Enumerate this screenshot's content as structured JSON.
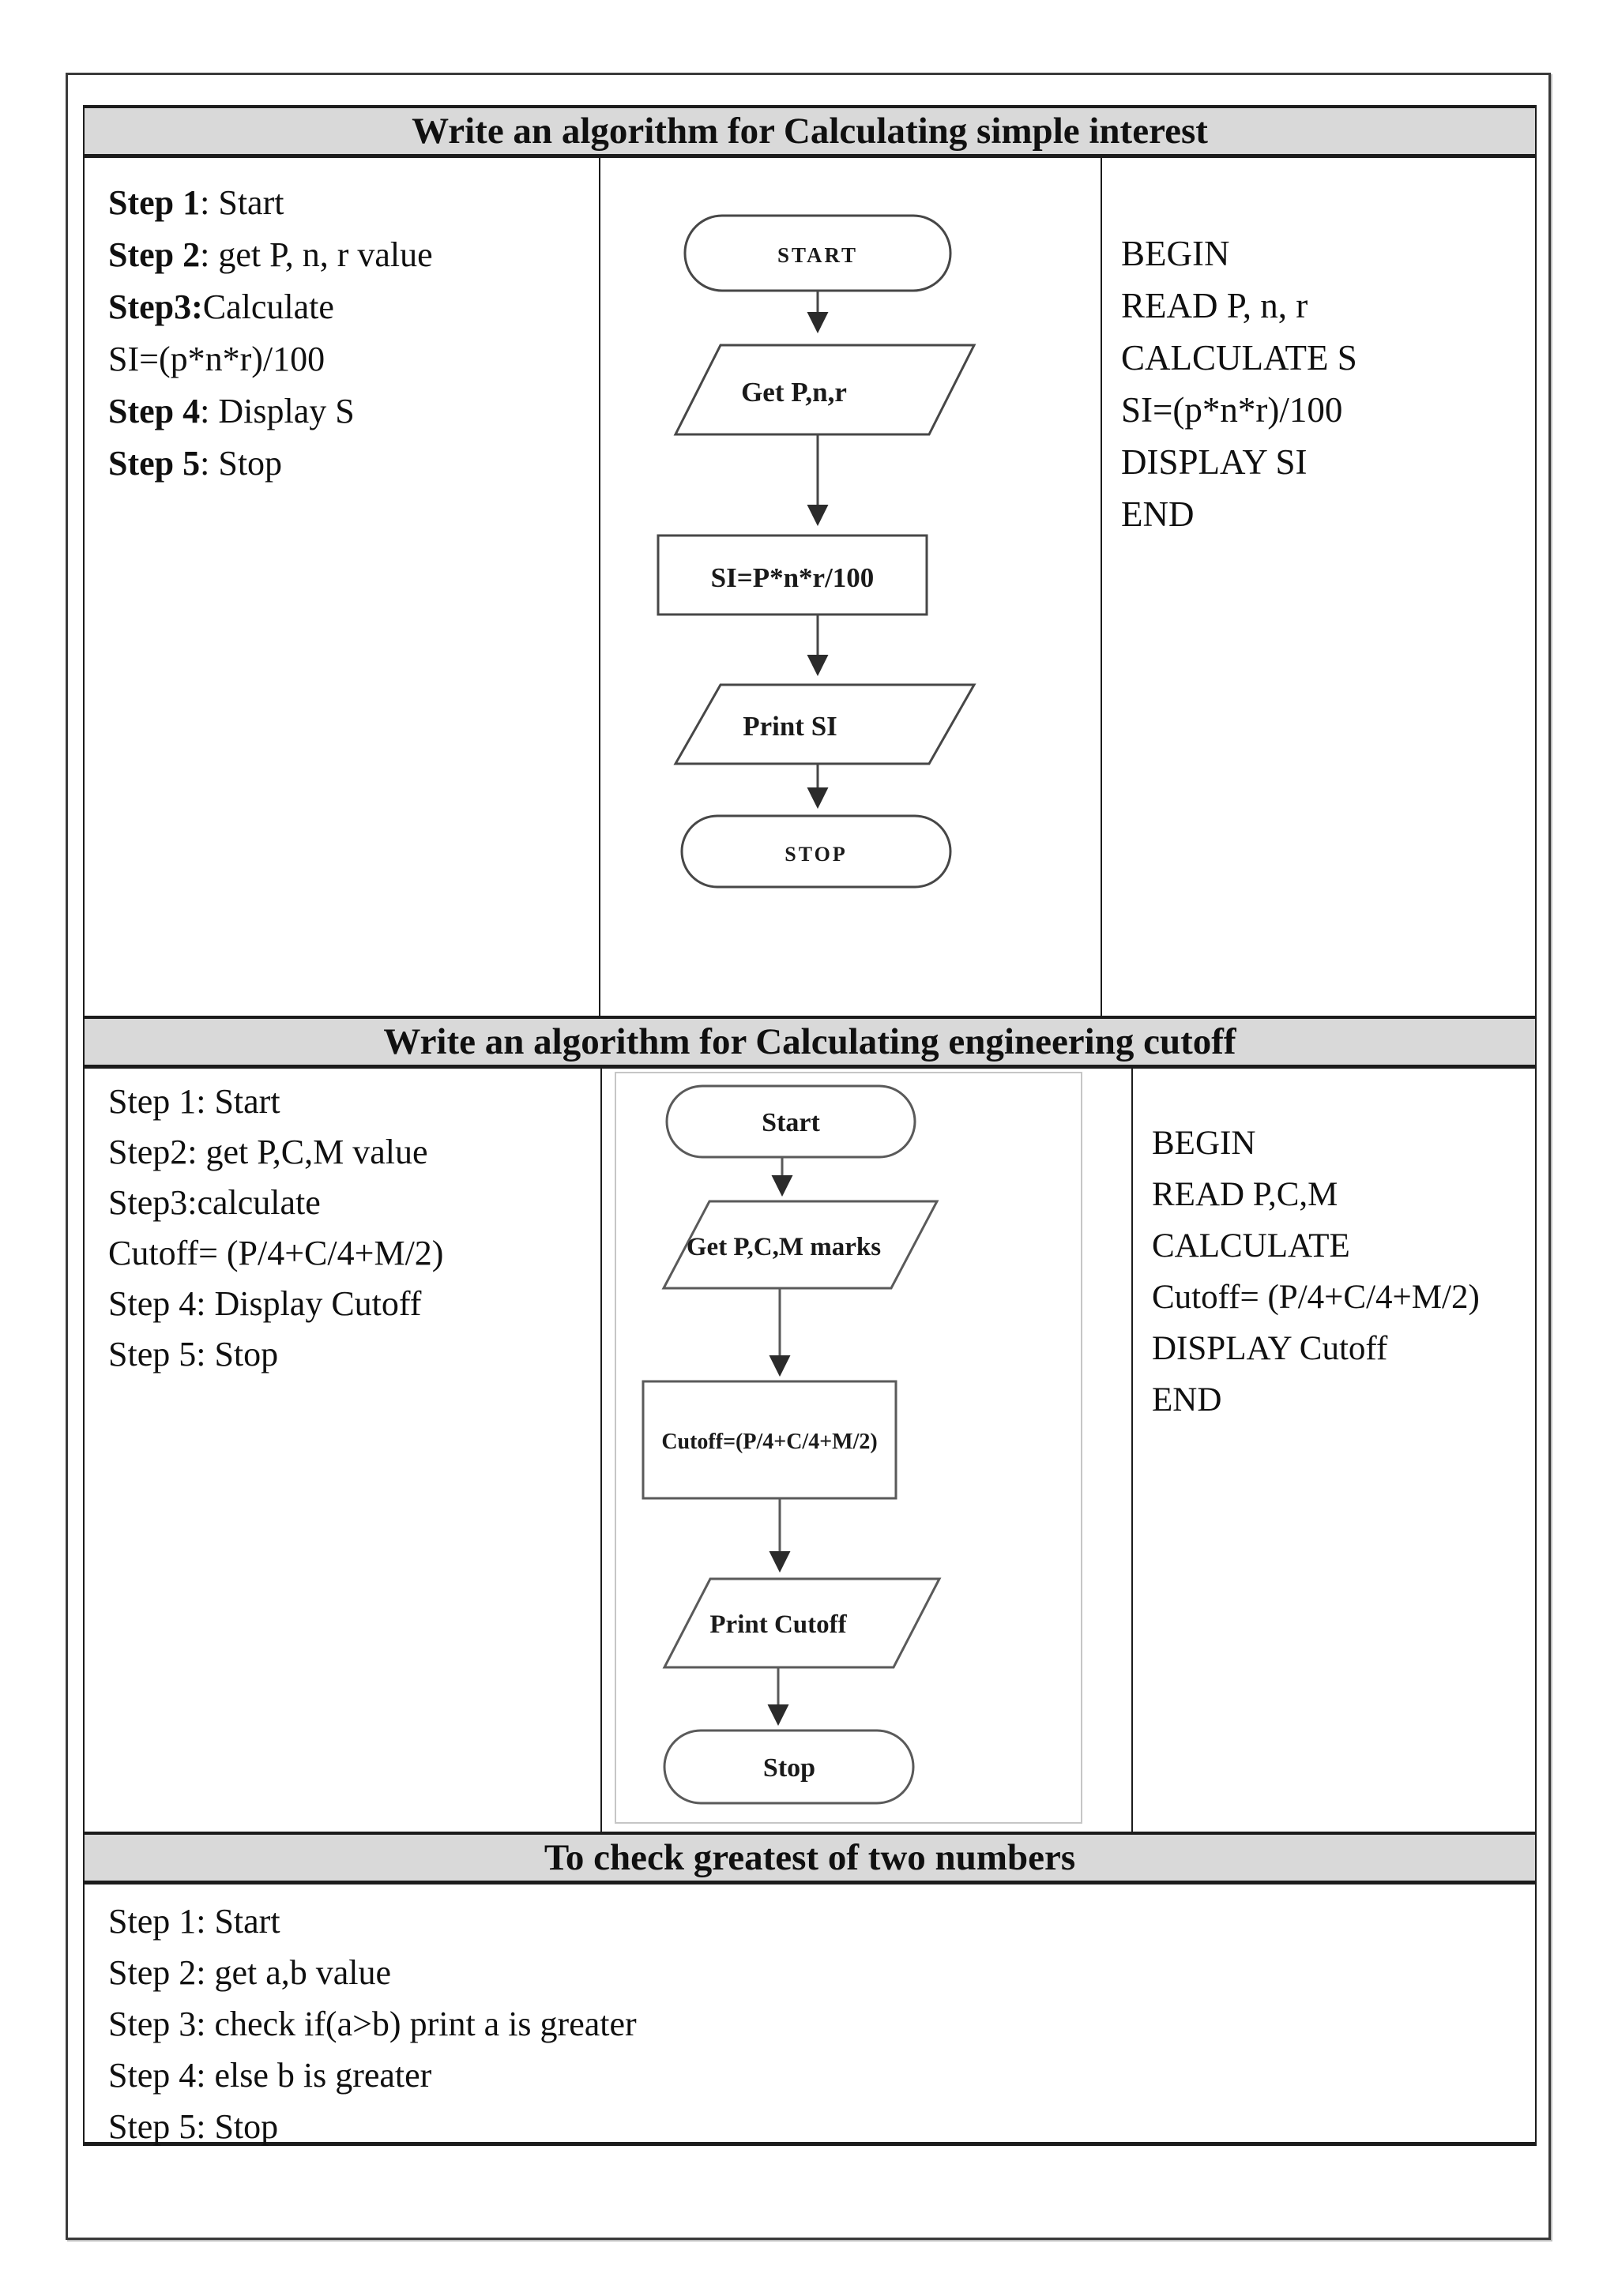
{
  "colors": {
    "header_bg": "#d9d9d9",
    "table_border": "#1c1c1c",
    "flow_stroke": "#474747",
    "flow_stroke2": "#5a5a5a",
    "image_border": "#c6c6c6"
  },
  "sections": [
    {
      "title": "Write an algorithm for Calculating simple interest",
      "steps": [
        {
          "b": "Step 1",
          "r": ": Start"
        },
        {
          "b": "Step 2",
          "r": ": get P, n, r value"
        },
        {
          "b": "Step3:",
          "r": "Calculate"
        },
        {
          "b": "",
          "r": "SI=(p*n*r)/100"
        },
        {
          "b": "Step 4",
          "r": ": Display S"
        },
        {
          "b": "Step 5",
          "r": ": Stop"
        }
      ],
      "flowchart": {
        "start": "START",
        "input": "Get P,n,r",
        "process": "SI=P*n*r/100",
        "output": "Print SI",
        "end": "STOP"
      },
      "pseudocode": [
        "BEGIN",
        "READ P, n, r",
        "CALCULATE S",
        "SI=(p*n*r)/100",
        "DISPLAY SI",
        "END"
      ]
    },
    {
      "title": "Write an algorithm for Calculating engineering cutoff",
      "steps": [
        "Step 1: Start",
        "Step2: get P,C,M value",
        "Step3:calculate",
        "Cutoff= (P/4+C/4+M/2)",
        "Step 4: Display Cutoff",
        "Step 5: Stop"
      ],
      "flowchart": {
        "start": "Start",
        "input": "Get P,C,M marks",
        "process": "Cutoff=(P/4+C/4+M/2)",
        "output": "Print Cutoff",
        "end": "Stop"
      },
      "pseudocode": [
        "BEGIN",
        "READ P,C,M",
        "CALCULATE",
        "Cutoff= (P/4+C/4+M/2)",
        "DISPLAY Cutoff",
        "END"
      ]
    },
    {
      "title": "To check greatest of two numbers",
      "steps": [
        "Step 1: Start",
        "Step 2: get a,b value",
        "Step 3: check if(a>b) print a is greater",
        "Step 4: else b is greater",
        "Step 5: Stop"
      ]
    }
  ]
}
